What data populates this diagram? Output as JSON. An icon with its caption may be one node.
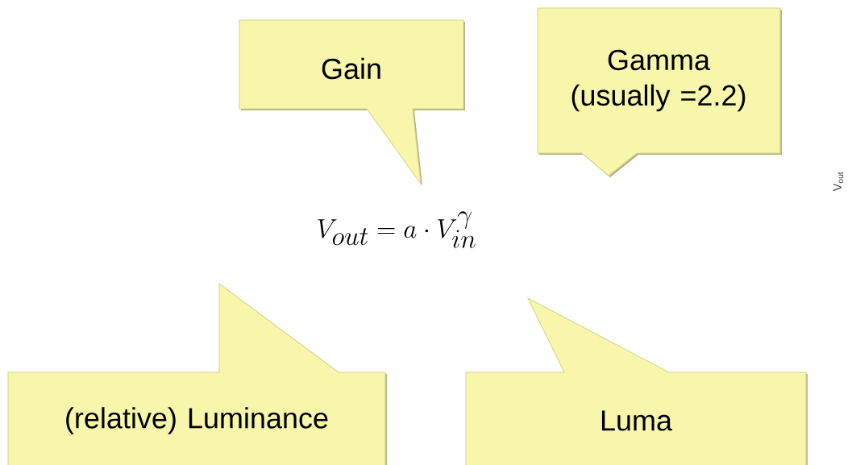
{
  "diagram": {
    "nodes": [
      {
        "text": [
          "Gain"
        ]
      },
      {
        "text": [
          "Gamma (usually =2.2)"
        ]
      },
      {
        "text": [
          "(relative) Luminance"
        ]
      },
      {
        "text": [
          "Luma"
        ]
      }
    ],
    "labels": [
      "V_{out} = a\\cdot V_{in}^{\\gamma}",
      "V$_{out}$"
    ]
  }
}
